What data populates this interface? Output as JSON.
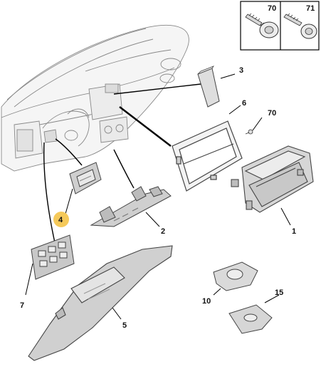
{
  "diagram": {
    "screw_box": {
      "left_label": "70",
      "right_label": "71"
    },
    "callouts": {
      "p1": "1",
      "p2": "2",
      "p3": "3",
      "p4": "4",
      "p5": "5",
      "p6": "6",
      "p7": "7",
      "p10": "10",
      "p15": "15",
      "p70": "70"
    },
    "highlight_color": "#f5c95a"
  }
}
